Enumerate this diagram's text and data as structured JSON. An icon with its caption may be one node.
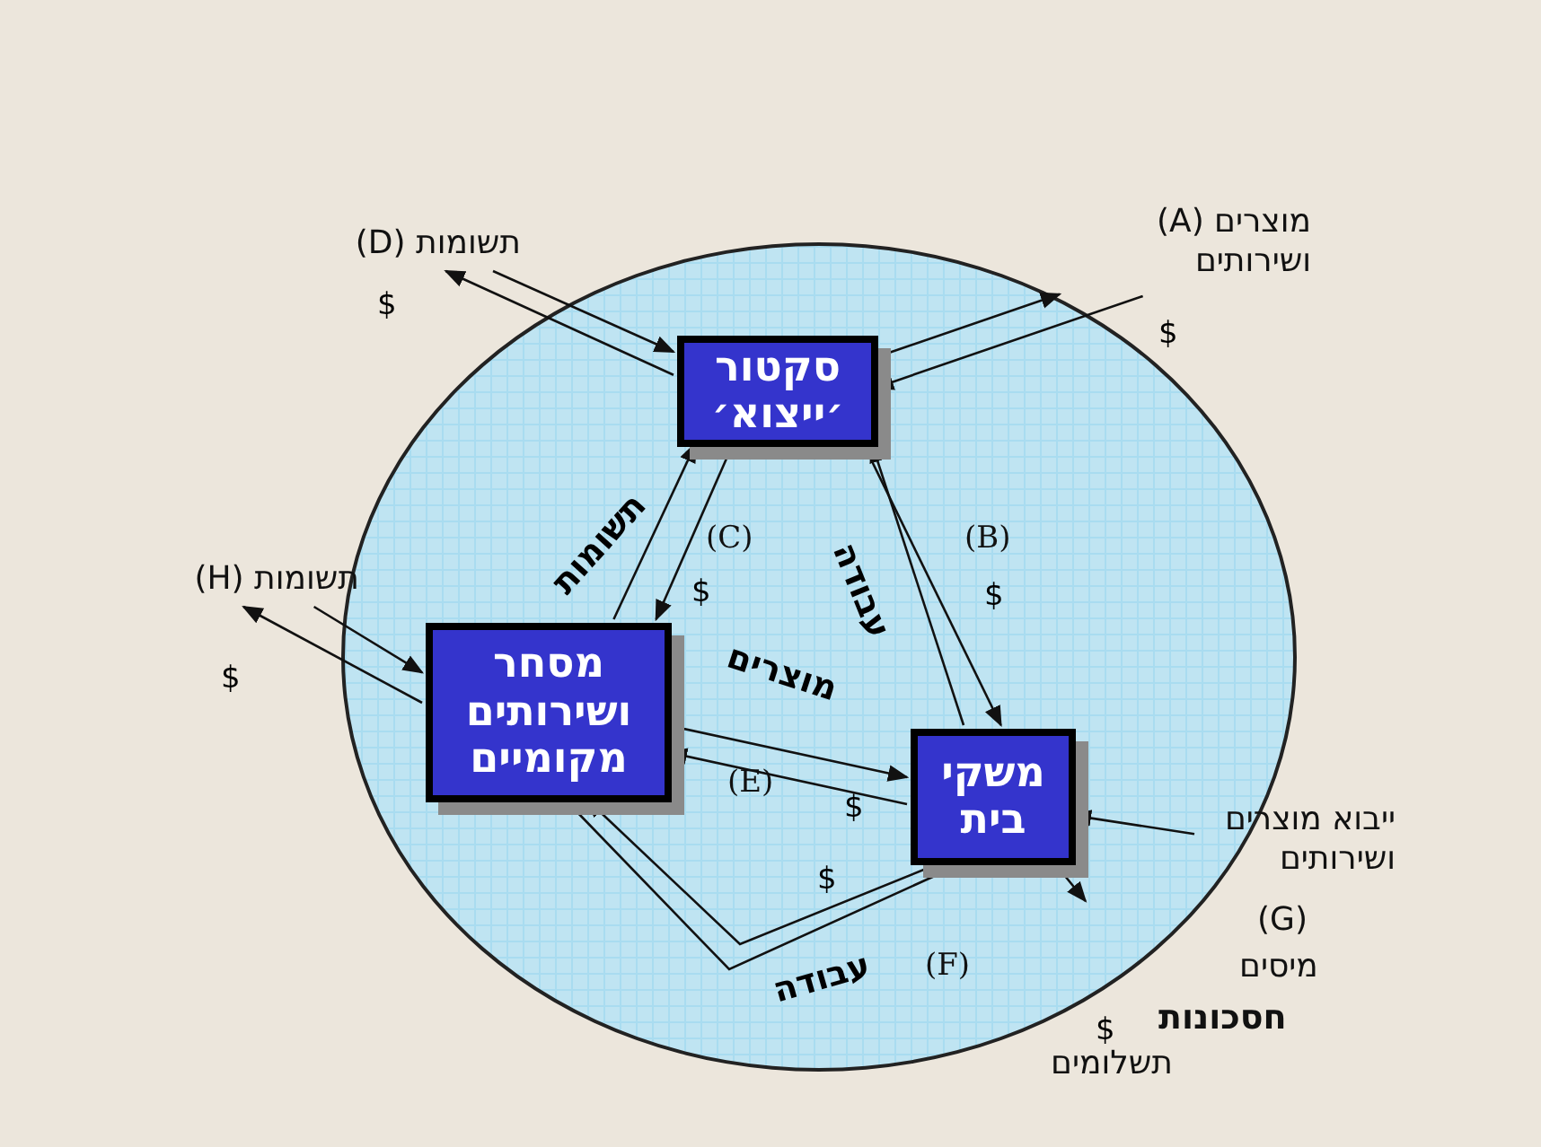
{
  "diagram": {
    "nodes": [
      {
        "text": [],
        "shape": "circle"
      },
      {
        "text": [
          "סקטור ׳ייצוא׳"
        ],
        "in": 0
      },
      {
        "text": [
          "מסחר ושירותים מקומיים"
        ],
        "in": 0
      },
      {
        "text": [
          "משקי בית"
        ],
        "in": 0
      },
      {
        "text": [
          "תשומות (D)"
        ]
      },
      {
        "text": [
          "מוצרים (A) ושירותים"
        ]
      },
      {
        "text": [
          "ייבוא מוצרים ושירותים"
        ]
      },
      {
        "text": [
          "(G)",
          "מיסים",
          "חסכונות",
          "תשלומים"
        ]
      },
      {
        "text": [
          "תשומות (H)"
        ]
      }
    ],
    "edges": [
      {
        "from": 4,
        "to": 1,
        "arrow": "to"
      },
      {
        "from": 1,
        "to": 4,
        "arrow": "to",
        "label": "$"
      },
      {
        "from": 1,
        "to": 5,
        "arrow": "to"
      },
      {
        "from": 5,
        "to": 1,
        "arrow": "to",
        "label": "$"
      },
      {
        "from": 3,
        "to": 1,
        "arrow": "to",
        "label": "עבודה"
      },
      {
        "from": 1,
        "to": 3,
        "arrow": "to",
        "label": "$"
      },
      {
        "from": 2,
        "to": 1,
        "arrow": "to",
        "label": "תשומות"
      },
      {
        "from": 1,
        "to": 2,
        "arrow": "to",
        "label": "$"
      },
      {
        "from": 2,
        "to": 3,
        "arrow": "to",
        "label": "מוצרים"
      },
      {
        "from": 3,
        "to": 2,
        "arrow": "to",
        "label": "$"
      },
      {
        "from": 3,
        "to": 2,
        "arrow": "to",
        "label": "$"
      },
      {
        "from": 2,
        "to": 3,
        "arrow": "to",
        "label": "עבודה"
      },
      {
        "from": 6,
        "to": 3,
        "arrow": "to"
      },
      {
        "from": 3,
        "to": 7,
        "arrow": "to",
        "label": "$"
      },
      {
        "from": 8,
        "to": 2,
        "arrow": "to"
      },
      {
        "from": 2,
        "to": 8,
        "arrow": "to",
        "label": "$"
      }
    ],
    "labels": [
      "(C)",
      "(B)",
      "(E)",
      "(F)"
    ]
  }
}
